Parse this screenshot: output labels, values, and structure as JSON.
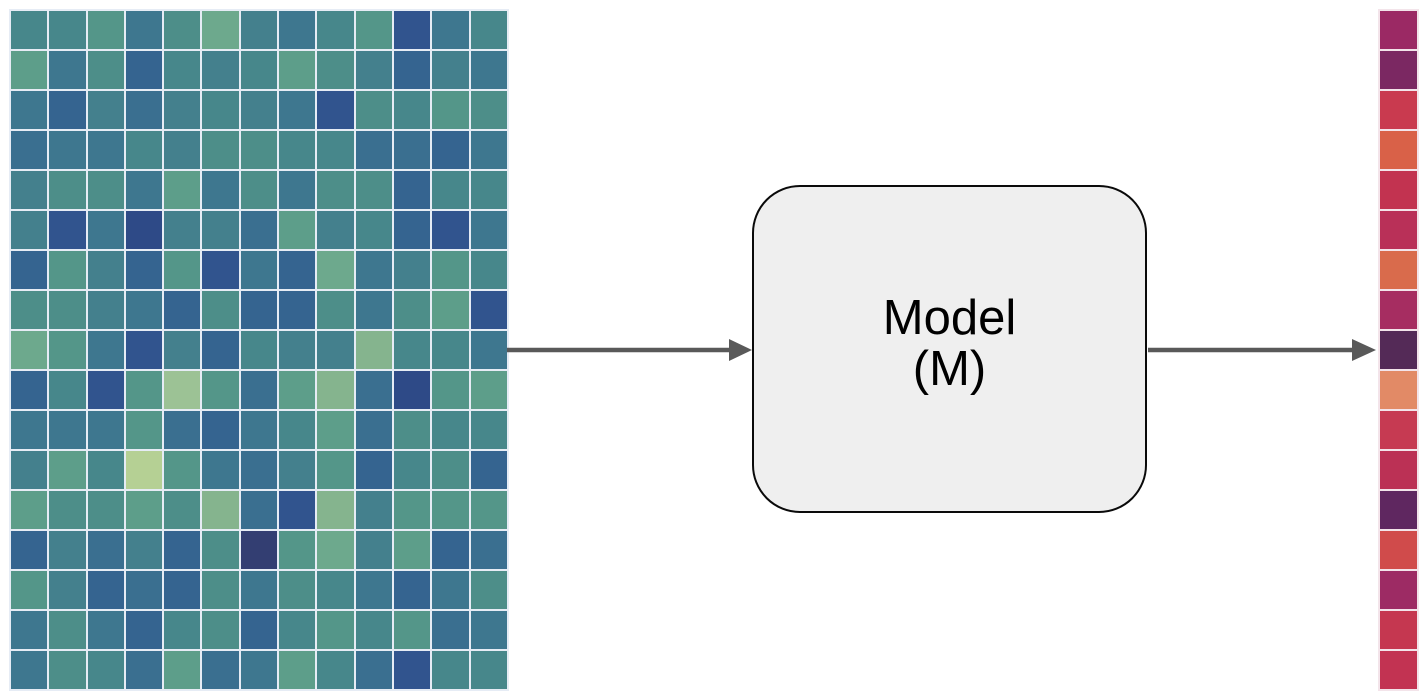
{
  "diagram": {
    "background_color": "#ffffff",
    "input_matrix": {
      "description": "input feature heatmap matrix",
      "rows": 17,
      "cols": 13,
      "gap_color": "#e6ecf5",
      "palette": [
        "#2e4a87",
        "#31548e",
        "#356490",
        "#3a6f90",
        "#3e778f",
        "#44808d",
        "#47878b",
        "#4d8e89",
        "#549689",
        "#5d9e8a",
        "#6da98d",
        "#85b48e",
        "#9cc295",
        "#b5d094",
        "#333e72"
      ],
      "cells": [
        [
          6,
          6,
          8,
          4,
          7,
          10,
          5,
          4,
          6,
          8,
          1,
          4,
          6
        ],
        [
          9,
          4,
          7,
          2,
          6,
          5,
          6,
          9,
          7,
          5,
          2,
          5,
          4
        ],
        [
          4,
          2,
          5,
          3,
          5,
          6,
          5,
          4,
          1,
          7,
          6,
          8,
          7
        ],
        [
          3,
          4,
          4,
          6,
          5,
          7,
          7,
          6,
          6,
          3,
          3,
          2,
          4
        ],
        [
          5,
          7,
          7,
          4,
          9,
          4,
          7,
          4,
          7,
          7,
          2,
          6,
          6
        ],
        [
          5,
          1,
          4,
          0,
          5,
          5,
          3,
          9,
          5,
          6,
          2,
          1,
          4
        ],
        [
          2,
          8,
          5,
          2,
          8,
          1,
          4,
          2,
          10,
          4,
          5,
          8,
          6
        ],
        [
          7,
          7,
          5,
          4,
          2,
          7,
          2,
          2,
          7,
          4,
          7,
          9,
          1
        ],
        [
          10,
          8,
          4,
          1,
          5,
          2,
          6,
          5,
          5,
          11,
          6,
          6,
          4
        ],
        [
          2,
          6,
          1,
          8,
          12,
          8,
          3,
          9,
          11,
          3,
          0,
          8,
          9
        ],
        [
          4,
          4,
          4,
          8,
          3,
          2,
          4,
          6,
          9,
          3,
          7,
          6,
          6
        ],
        [
          5,
          9,
          6,
          13,
          8,
          4,
          3,
          5,
          8,
          2,
          6,
          7,
          2
        ],
        [
          9,
          7,
          7,
          9,
          7,
          11,
          3,
          1,
          11,
          5,
          8,
          8,
          8
        ],
        [
          2,
          5,
          3,
          5,
          2,
          7,
          14,
          8,
          10,
          5,
          9,
          2,
          3
        ],
        [
          8,
          5,
          2,
          3,
          2,
          7,
          4,
          7,
          6,
          4,
          2,
          4,
          7
        ],
        [
          4,
          7,
          4,
          2,
          6,
          7,
          2,
          6,
          8,
          6,
          8,
          3,
          4
        ],
        [
          4,
          7,
          6,
          3,
          9,
          3,
          4,
          9,
          6,
          3,
          1,
          6,
          6
        ]
      ]
    },
    "model": {
      "label_line1": "Model",
      "label_line2": "(M)",
      "fill": "#efefef",
      "border_color": "#0a0a0a",
      "text_color": "#000000"
    },
    "output_vector": {
      "description": "output prediction vector",
      "length": 17,
      "gap_color": "#f3e4ea",
      "cells": [
        "#9b2964",
        "#7b2862",
        "#c93a4f",
        "#d96148",
        "#c23350",
        "#b93058",
        "#d96b4c",
        "#a62d61",
        "#542a57",
        "#e28a66",
        "#c63a52",
        "#bb3155",
        "#5f2760",
        "#d04b4b",
        "#9d2b64",
        "#c53750",
        "#c23352"
      ]
    },
    "arrows": {
      "color": "#595959",
      "items": [
        {
          "name": "input-to-model"
        },
        {
          "name": "model-to-output"
        }
      ]
    }
  }
}
